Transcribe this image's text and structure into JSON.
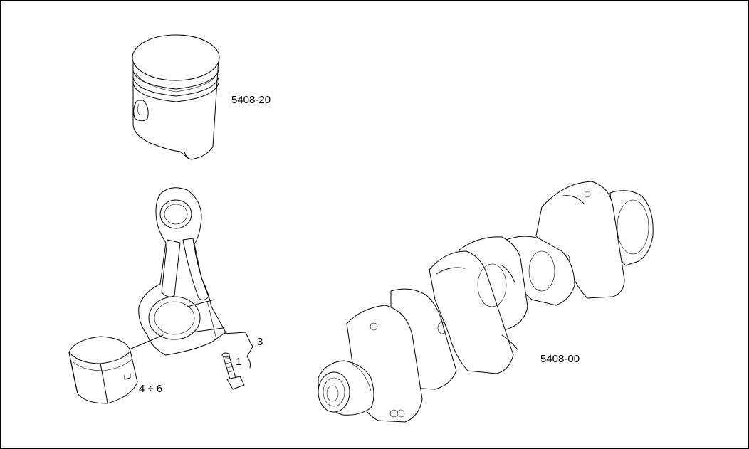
{
  "labels": {
    "piston": "5408-20",
    "crankshaft": "5408-00",
    "bolt": "1",
    "cap": "3",
    "bearing": "4 ÷ 6"
  }
}
